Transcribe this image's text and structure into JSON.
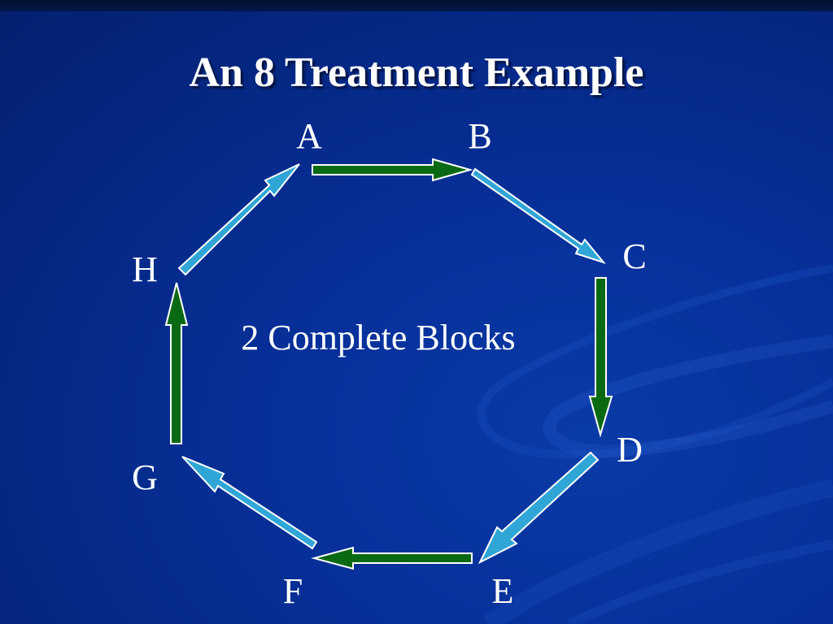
{
  "slide": {
    "title": "An 8 Treatment Example",
    "center_label": "2 Complete Blocks"
  },
  "nodes": [
    "A",
    "B",
    "C",
    "D",
    "E",
    "F",
    "G",
    "H"
  ],
  "edges": [
    {
      "from": "A",
      "to": "B",
      "color": "green"
    },
    {
      "from": "B",
      "to": "C",
      "color": "cyan"
    },
    {
      "from": "C",
      "to": "D",
      "color": "green"
    },
    {
      "from": "D",
      "to": "E",
      "color": "cyan"
    },
    {
      "from": "E",
      "to": "F",
      "color": "green"
    },
    {
      "from": "F",
      "to": "G",
      "color": "cyan"
    },
    {
      "from": "G",
      "to": "H",
      "color": "green"
    },
    {
      "from": "H",
      "to": "A",
      "color": "cyan"
    }
  ],
  "colors": {
    "background": "#052a8a",
    "green_arrow": "#0a6a14",
    "cyan_arrow": "#2fa6d6",
    "arrow_outline": "#ffffff",
    "text": "#ffffff"
  }
}
